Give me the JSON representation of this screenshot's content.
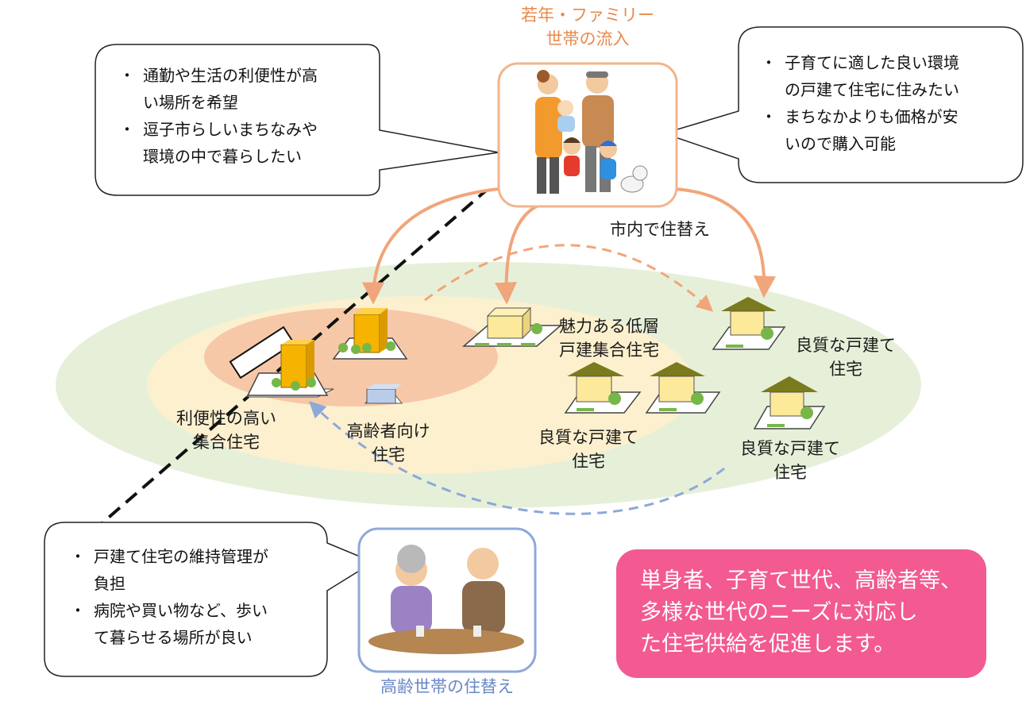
{
  "young_family": {
    "title_line1": "若年・ファミリー",
    "title_line2": "世帯の流入"
  },
  "left_bubble": {
    "items": [
      "通勤や生活の利便性が高\nい場所を希望",
      "逗子市らしいまちなみや\n環境の中で暮らしたい"
    ]
  },
  "right_bubble": {
    "items": [
      "子育てに適した良い環境\nの戸建て住宅に住みたい",
      "まちなかよりも価格が安\nいので購入可能"
    ]
  },
  "move_within_city": "市内で住替え",
  "housing_labels": {
    "attractive_low_rise_line1": "魅力ある低層",
    "attractive_low_rise_line2": "戸建集合住宅",
    "quality_detached_top_line1": "良質な戸建て",
    "quality_detached_top_line2": "住宅",
    "convenient_apartment_line1": "利便性の高い",
    "convenient_apartment_line2": "集合住宅",
    "elderly_housing_line1": "高齢者向け",
    "elderly_housing_line2": "住宅",
    "quality_detached_center_line1": "良質な戸建て",
    "quality_detached_center_line2": "住宅",
    "quality_detached_right_line1": "良質な戸建て",
    "quality_detached_right_line2": "住宅"
  },
  "elderly_bubble": {
    "items": [
      "戸建て住宅の維持管理が\n負担",
      "病院や買い物など、歩い\nて暮らせる場所が良い"
    ]
  },
  "elderly_caption": "高齢世帯の住替え",
  "message": {
    "line1": "単身者、子育て世代、高齢者等、",
    "line2": "多様な世代のニーズに対応し",
    "line3": "た住宅供給を促進します。"
  },
  "colors": {
    "outer_zone": "#e6f0d9",
    "middle_zone": "#fdf0cf",
    "inner_zone": "#f6c8a8",
    "orange_frame": "#f2b48c",
    "orange_arrow": "#f1a57a",
    "blue_frame": "#8ea8d8",
    "blue_arrow": "#8ea8d8",
    "roof": "#7a7a1e",
    "house_wall": "#fde99a",
    "apartment": "#f6b400",
    "elderly_building": "#b9cdea",
    "tree": "#77b648",
    "message_bg": "#f25a91"
  }
}
